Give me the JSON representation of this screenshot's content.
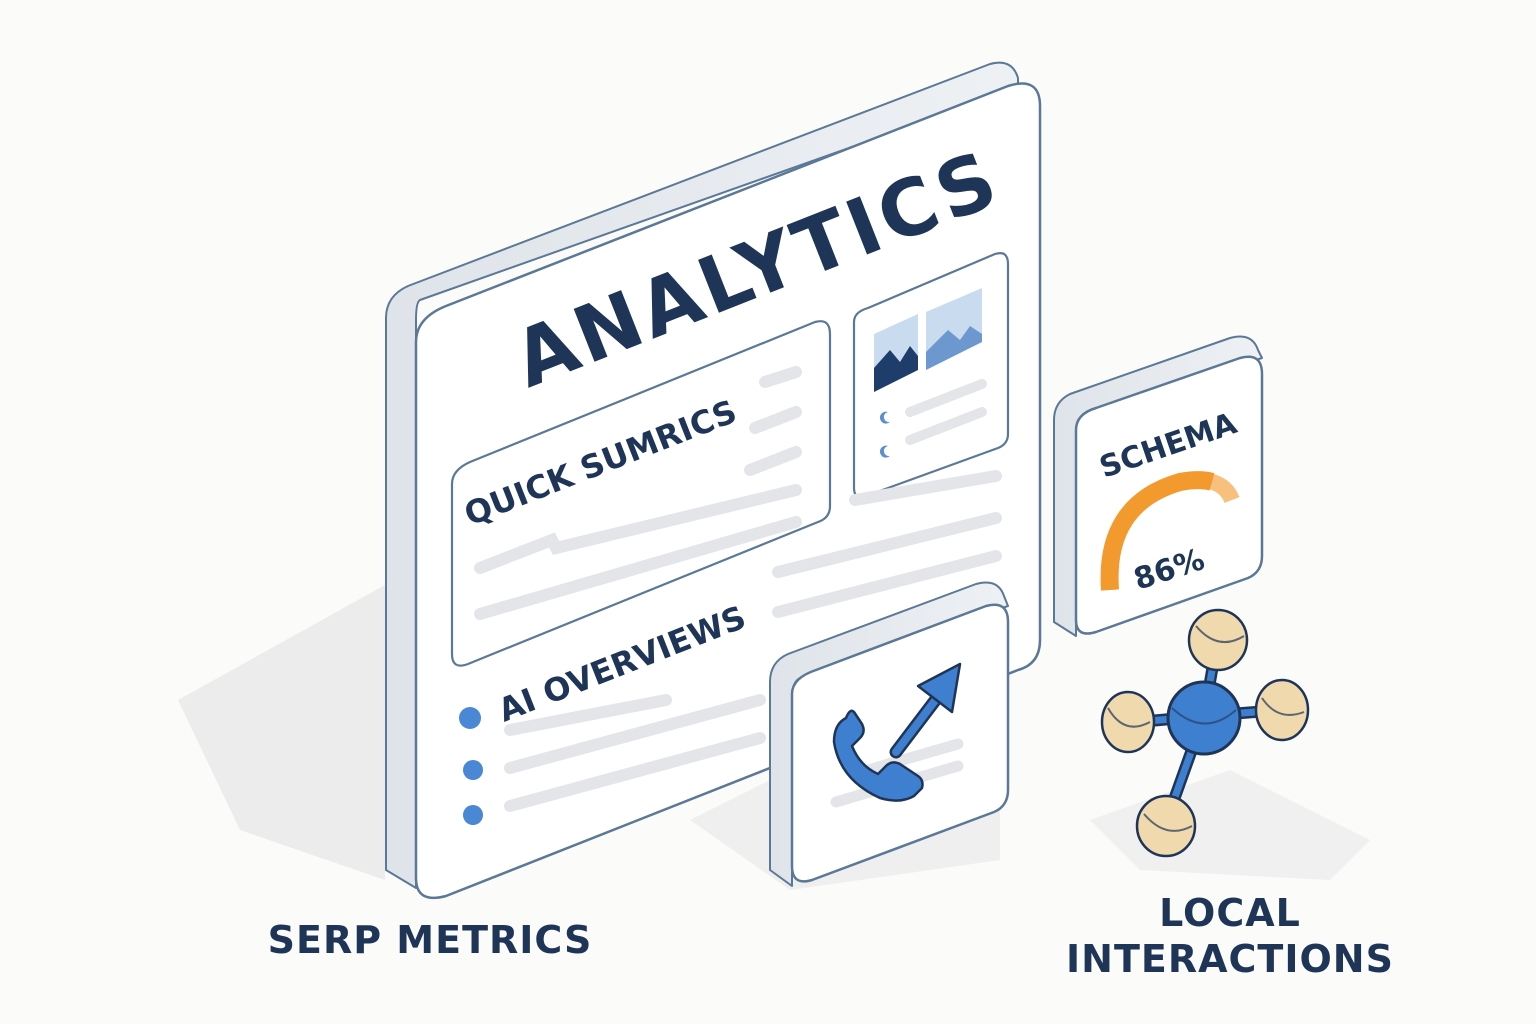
{
  "dashboard": {
    "title": "ANALYTICS",
    "quick_card_title": "QUICK SUMRICS",
    "overviews_title": "AI OVERVIEWS"
  },
  "schema_card": {
    "title": "SCHEMA",
    "value_text": "86%",
    "value": 86,
    "accent_color": "#f29a2e"
  },
  "call_card": {
    "icon": "phone-icon",
    "arrow_icon": "arrow-up-right-icon",
    "accent_color": "#3f7fcf"
  },
  "network_icon": "network-nodes-icon",
  "captions": {
    "left": "SERP METRICS",
    "right_line1": "LOCAL",
    "right_line2": "INTERACTIONS"
  },
  "colors": {
    "navy": "#1e3557",
    "blue": "#3f7fcf",
    "orange": "#f29a2e",
    "tan": "#f0d9ad",
    "outline": "#5b7896"
  }
}
